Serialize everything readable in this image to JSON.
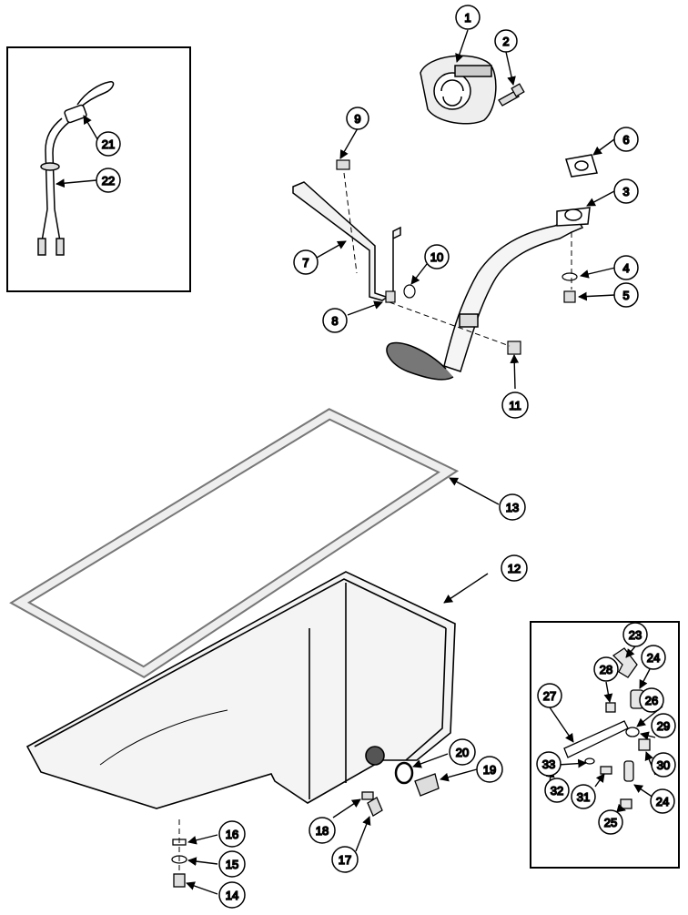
{
  "callouts": {
    "c1": "1",
    "c2": "2",
    "c3": "3",
    "c4": "4",
    "c5": "5",
    "c6": "6",
    "c7": "7",
    "c8": "8",
    "c9": "9",
    "c10": "10",
    "c11": "11",
    "c12": "12",
    "c13": "13",
    "c14": "14",
    "c15": "15",
    "c16": "16",
    "c17": "17",
    "c18": "18",
    "c19": "19",
    "c20": "20",
    "c21": "21",
    "c22": "22",
    "c23": "23",
    "c24a": "24",
    "c24b": "24",
    "c25": "25",
    "c26": "26",
    "c27": "27",
    "c28": "28",
    "c29": "29",
    "c30": "30",
    "c31": "31",
    "c32": "32",
    "c33": "33"
  },
  "colors": {
    "ink": "#000000",
    "paper": "#ffffff",
    "shade": "#d9d9d9"
  }
}
